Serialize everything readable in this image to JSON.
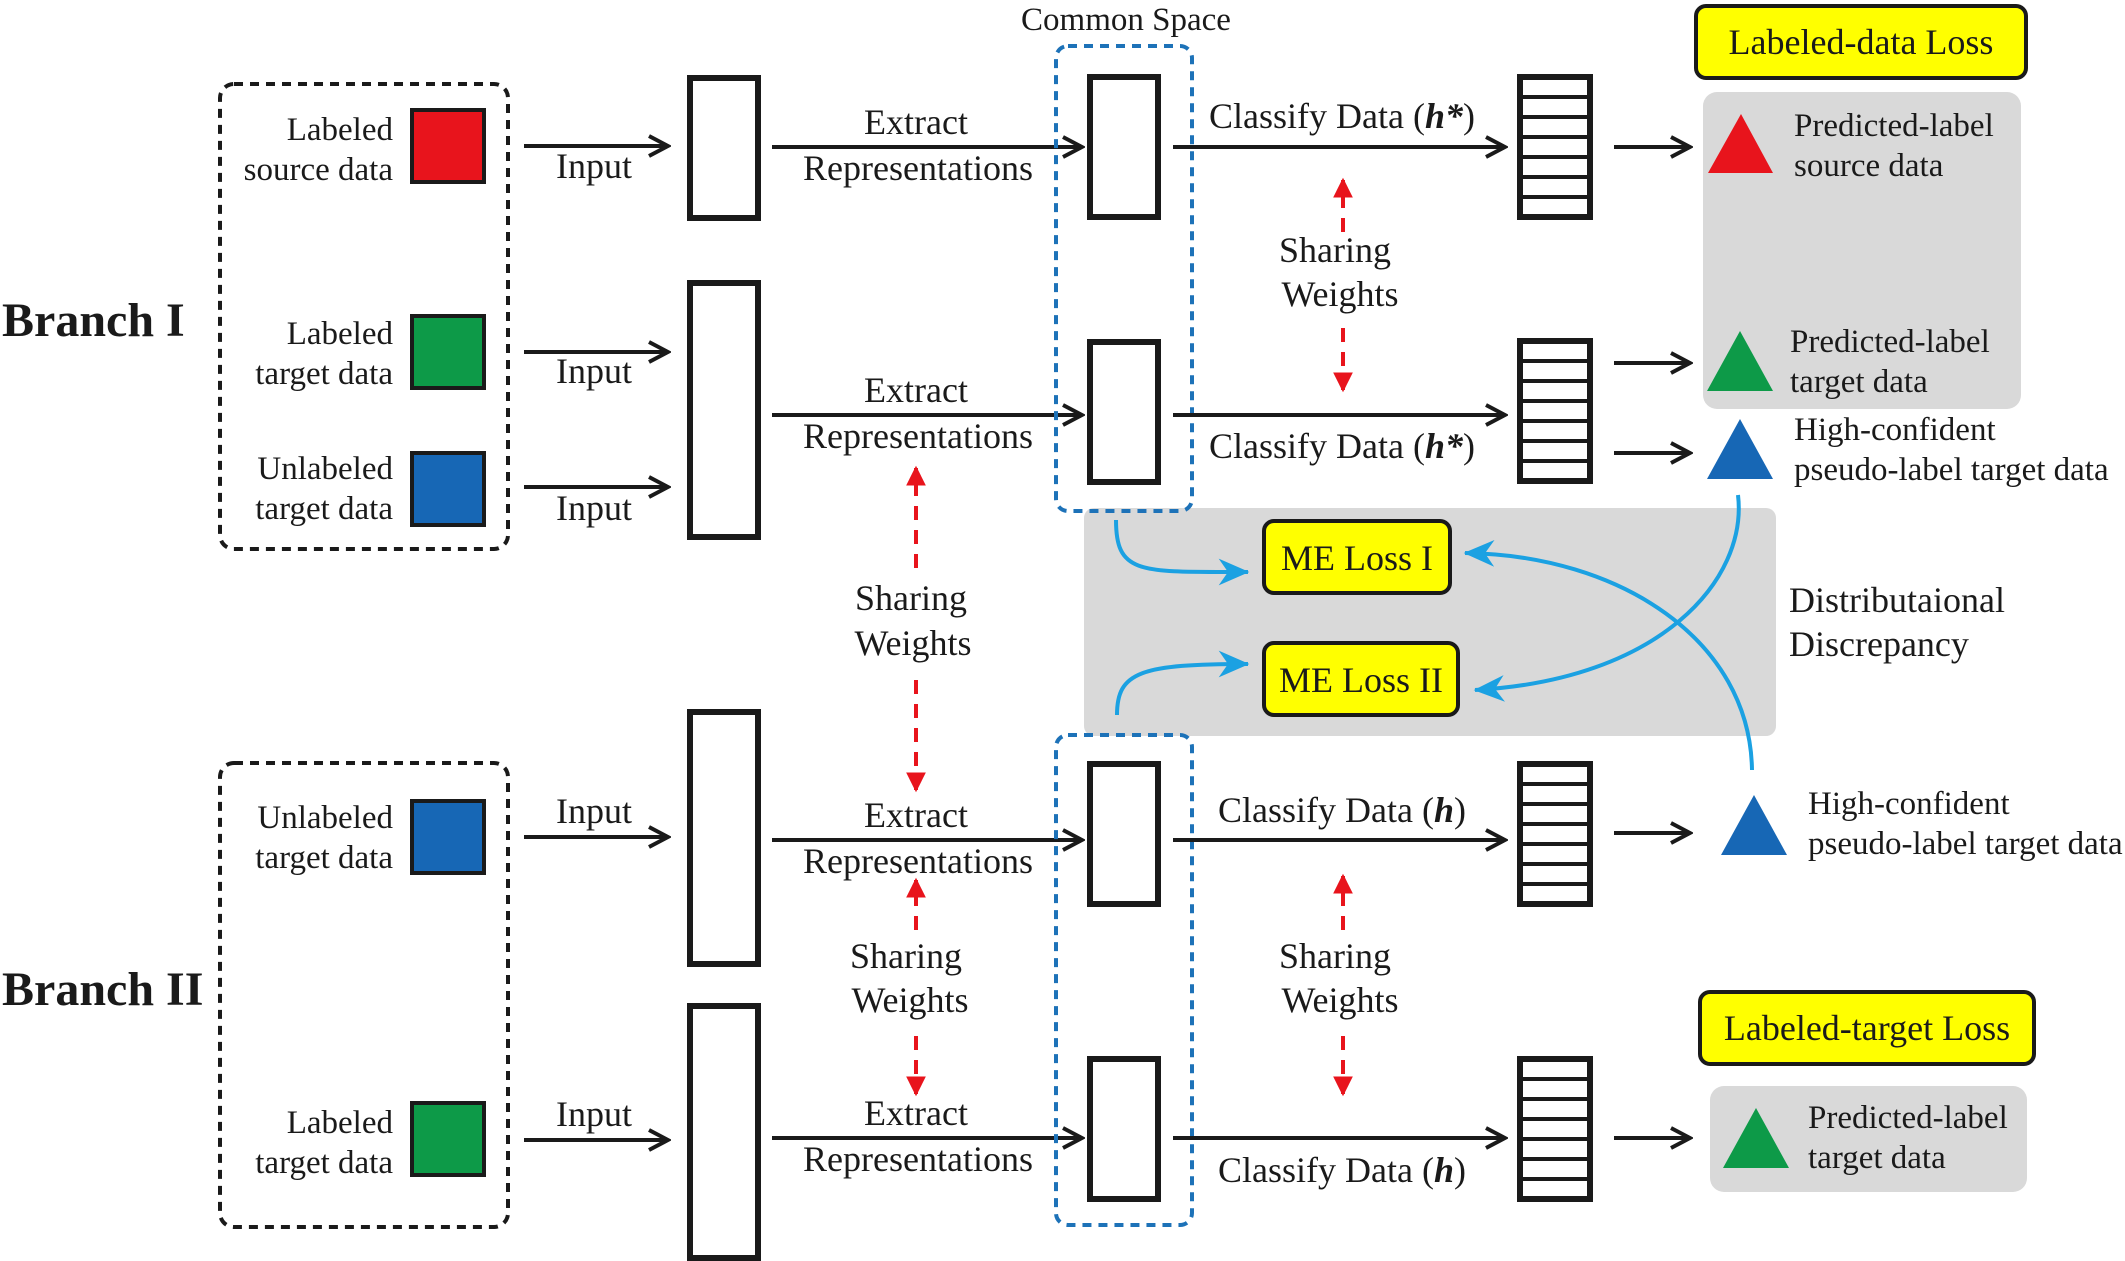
{
  "colors": {
    "red": "#e8141c",
    "green": "#0d9a48",
    "blue": "#1767b5",
    "yellow": "#ffff00",
    "gray": "#d9d9d9",
    "cyan": "#1ba1e2",
    "dashred": "#e8141c",
    "dashblue": "#1d72b8"
  },
  "branch1": {
    "label": "Branch I",
    "inputs": [
      {
        "line1": "Labeled",
        "line2": "source data",
        "color": "red"
      },
      {
        "line1": "Labeled",
        "line2": "target data",
        "color": "green"
      },
      {
        "line1": "Unlabeled",
        "line2": "target data",
        "color": "blue"
      }
    ]
  },
  "branch2": {
    "label": "Branch II",
    "inputs": [
      {
        "line1": "Unlabeled",
        "line2": "target data",
        "color": "blue"
      },
      {
        "line1": "Labeled",
        "line2": "target data",
        "color": "green"
      }
    ]
  },
  "common_space": "Common Space",
  "input_label": "Input",
  "extract_line1": "Extract",
  "extract_line2": "Representations",
  "classify_prefix": "Classify Data (",
  "classify_suffix": ")",
  "h_star": "h*",
  "h": "h",
  "sharing_line1": "Sharing",
  "sharing_line2": "Weights",
  "losses": {
    "labeled_data": "Labeled-data Loss",
    "labeled_target": "Labeled-target Loss",
    "me1": "ME Loss I",
    "me2": "ME Loss II"
  },
  "outputs": {
    "pred_source_1": "Predicted-label",
    "pred_source_2": "source data",
    "pred_target_1": "Predicted-label",
    "pred_target_2": "target data",
    "high_conf_1": "High-confident",
    "high_conf_2": "pseudo-label target data"
  },
  "discrepancy_line1": "Distributaional",
  "discrepancy_line2": "Discrepancy"
}
